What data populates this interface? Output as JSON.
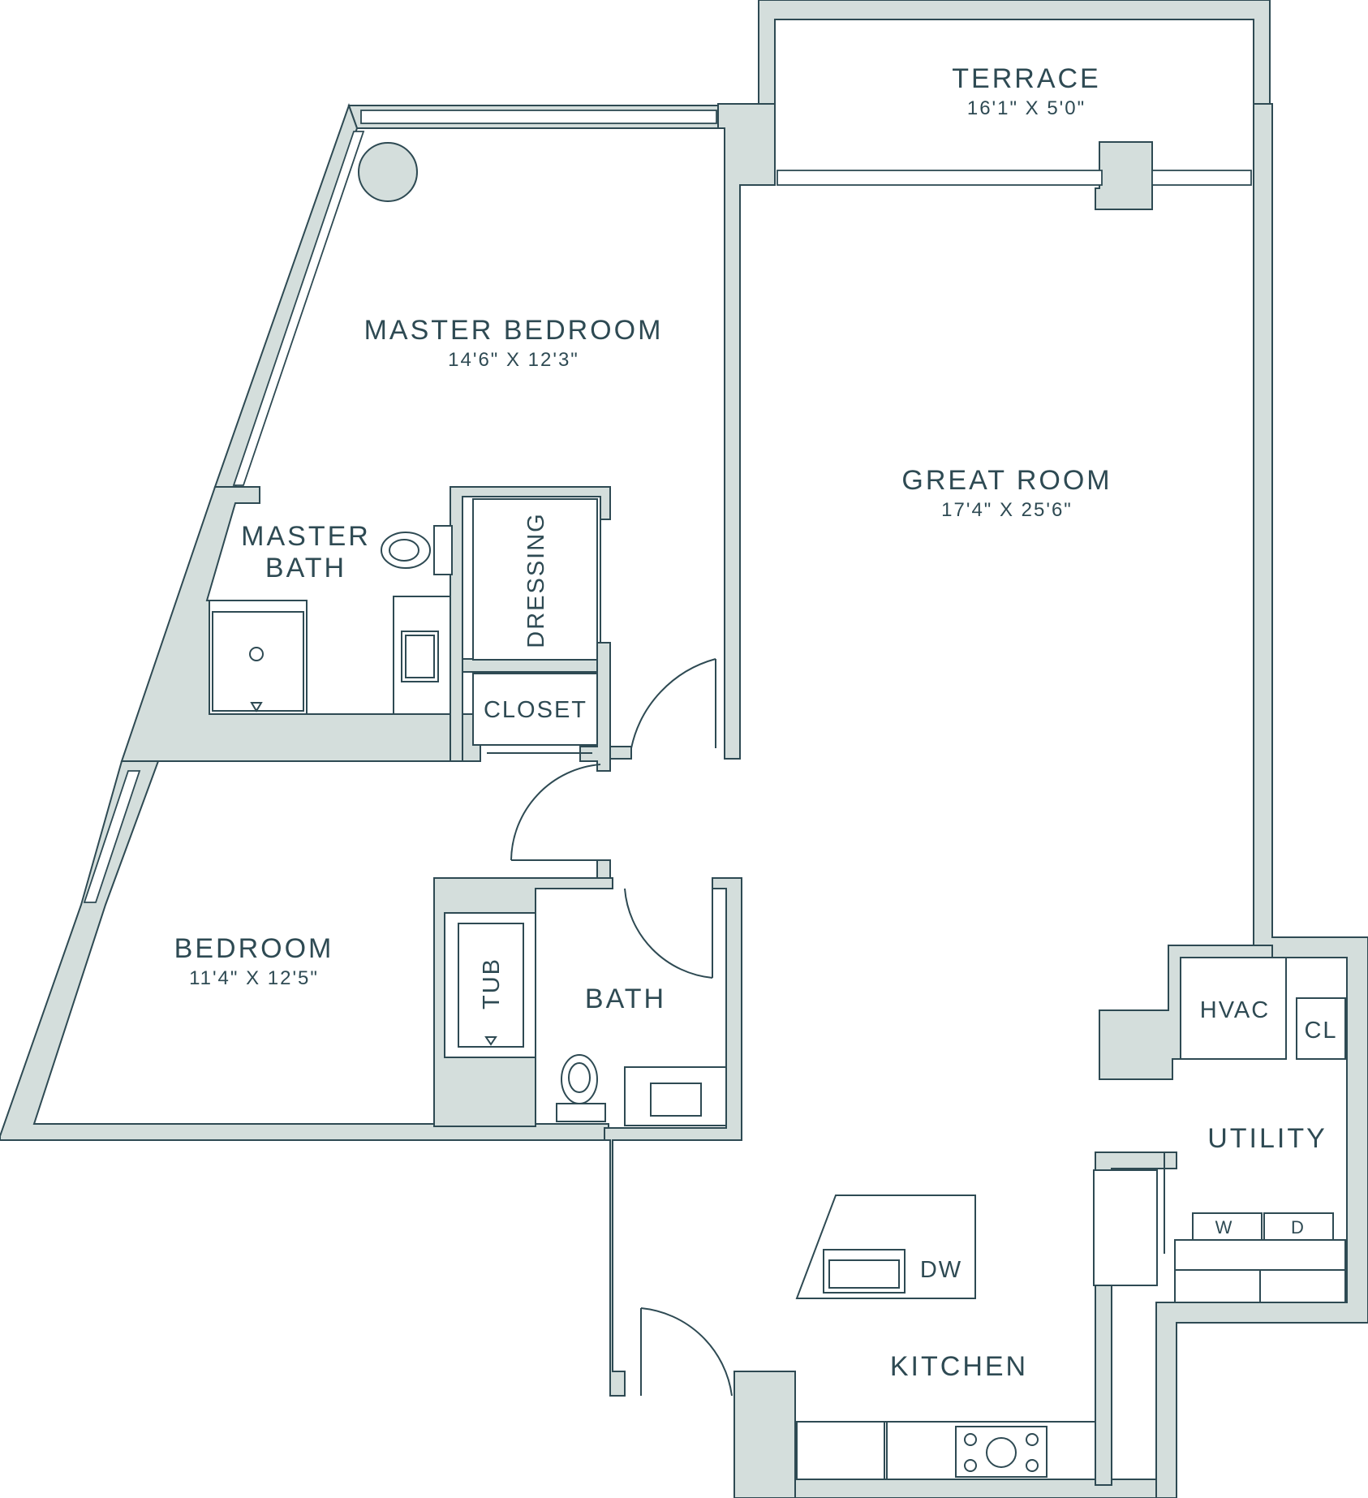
{
  "colors": {
    "wall_fill": "#d4dedc",
    "line": "#2e4a53",
    "background": "#ffffff"
  },
  "rooms": {
    "terrace": {
      "name": "TERRACE",
      "dims": "16'1\" X 5'0\""
    },
    "master_bedroom": {
      "name": "MASTER BEDROOM",
      "dims": "14'6\" X 12'3\""
    },
    "great_room": {
      "name": "GREAT ROOM",
      "dims": "17'4\" X 25'6\""
    },
    "master_bath": {
      "name_line1": "MASTER",
      "name_line2": "BATH"
    },
    "dressing": {
      "name": "DRESSING"
    },
    "closet": {
      "name": "CLOSET"
    },
    "bedroom": {
      "name": "BEDROOM",
      "dims": "11'4\" X 12'5\""
    },
    "bath": {
      "name": "BATH"
    },
    "hvac": {
      "name": "HVAC"
    },
    "cl": {
      "name": "CL"
    },
    "utility": {
      "name": "UTILITY"
    },
    "kitchen": {
      "name": "KITCHEN"
    }
  },
  "fixtures": {
    "tub": "TUB",
    "dishwasher": "DW",
    "washer": "W",
    "dryer": "D"
  }
}
